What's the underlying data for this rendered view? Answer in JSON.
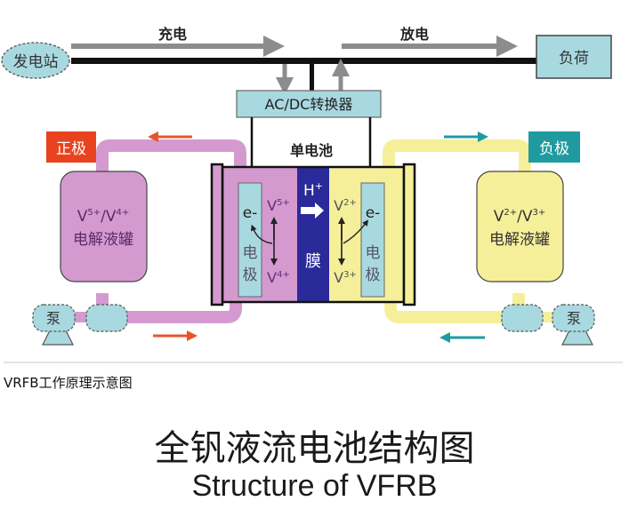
{
  "diagram": {
    "top": {
      "power_station": "发电站",
      "charge_label": "充电",
      "discharge_label": "放电",
      "load": "负荷",
      "converter": "AC/DC转换器"
    },
    "cell": {
      "title": "单电池",
      "left_electrode": "电极",
      "right_electrode": "电极",
      "membrane": "膜",
      "proton": "H",
      "proton_sup": "+",
      "left_electron": "e-",
      "right_electron": "e-",
      "left_top_ion": "V",
      "left_top_ion_sup": "5+",
      "left_bottom_ion": "V",
      "left_bottom_ion_sup": "4+",
      "right_top_ion": "V",
      "right_top_ion_sup": "2+",
      "right_bottom_ion": "V",
      "right_bottom_ion_sup": "3+"
    },
    "positive": {
      "label": "正极",
      "tank_species": "V5+/V4+",
      "tank_species_parts": [
        "V",
        "5+",
        "/V",
        "4+"
      ],
      "tank_label": "电解液罐",
      "pump": "泵"
    },
    "negative": {
      "label": "负极",
      "tank_species": "V2+/V3+",
      "tank_species_parts": [
        "V",
        "2+",
        "/V",
        "3+"
      ],
      "tank_label": "电解液罐",
      "pump": "泵"
    },
    "caption": "VRFB工作原理示意图"
  },
  "title_zh": "全钒液流电池结构图",
  "title_en": "Structure of VFRB",
  "colors": {
    "positive_electrolyte": "#d49ad0",
    "negative_electrolyte": "#f5ef9a",
    "membrane": "#2b2a9a",
    "electrode": "#a9d9e0",
    "positive_badge": "#e8431e",
    "negative_badge": "#1f9ba0",
    "flow_arrow_positive": "#e8542c",
    "flow_arrow_negative": "#1f9ba0",
    "bus": "#111111",
    "power_arrow": "#8c8c8c"
  }
}
